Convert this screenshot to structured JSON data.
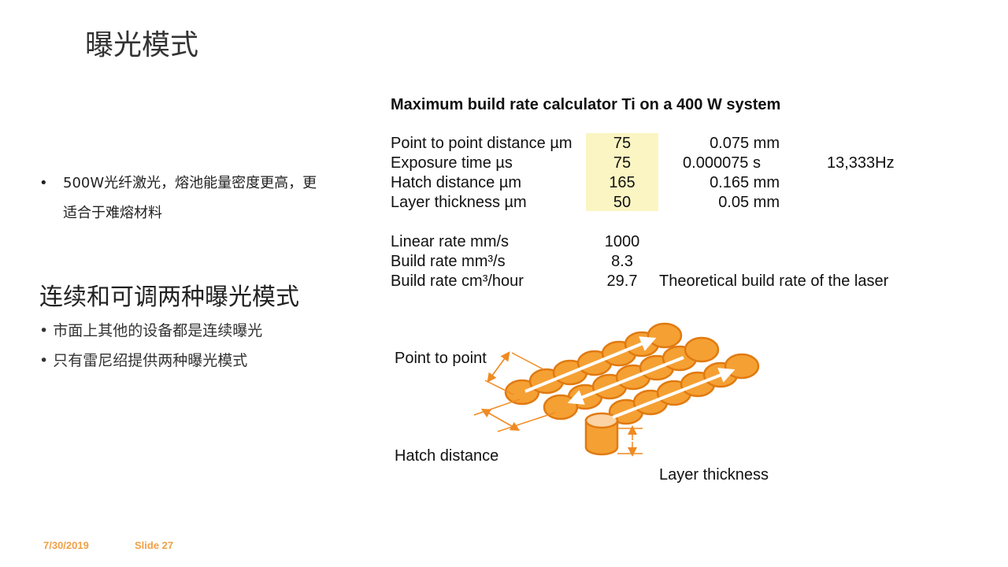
{
  "slide": {
    "title": "曝光模式",
    "bullet1": "500W光纤激光，熔池能量密度更高，更适合于难熔材料",
    "bullet_char": "•",
    "heading2": "连续和可调两种曝光模式",
    "sub_items": [
      "市面上其他的设备都是连续曝光",
      "只有雷尼绍提供两种曝光模式"
    ]
  },
  "calculator": {
    "title": "Maximum build rate calculator Ti on a 400 W system",
    "rows": [
      {
        "label": "Point to point distance µm",
        "value": "75",
        "converted": "0.075 mm",
        "extra": ""
      },
      {
        "label": "Exposure time µs",
        "value": "75",
        "converted": "0.000075 s",
        "extra": "13,333Hz"
      },
      {
        "label": "Hatch distance µm",
        "value": "165",
        "converted": "0.165 mm",
        "extra": ""
      },
      {
        "label": "Layer thickness µm",
        "value": "50",
        "converted": "0.05 mm",
        "extra": ""
      }
    ],
    "rates": [
      {
        "label": "Linear rate mm/s",
        "value": "1000",
        "note": ""
      },
      {
        "label": "Build rate mm³/s",
        "value": "8.3",
        "note": ""
      },
      {
        "label": "Build rate cm³/hour",
        "value": "29.7",
        "note": "Theoretical build rate of the laser"
      }
    ],
    "highlight_color": "#fbf5c3"
  },
  "diagram": {
    "point_label": "Point to point",
    "hatch_label": "Hatch distance",
    "layer_label": "Layer thickness",
    "dot_color": "#f5a033",
    "outline_color": "#e07a10"
  },
  "footer": {
    "date": "7/30/2019",
    "slide": "Slide 27"
  }
}
